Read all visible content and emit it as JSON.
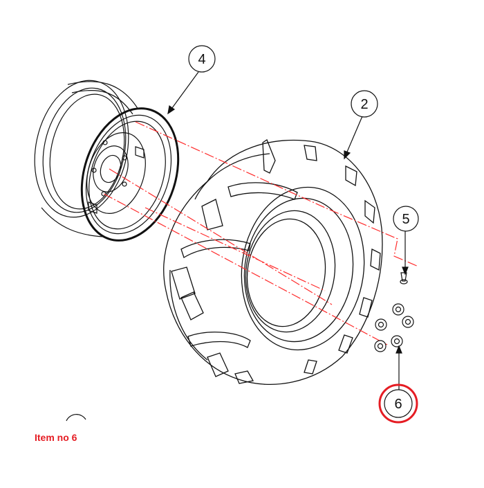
{
  "callouts": [
    {
      "id": "callout-4",
      "label": "4"
    },
    {
      "id": "callout-2",
      "label": "2"
    },
    {
      "id": "callout-5",
      "label": "5"
    },
    {
      "id": "callout-6",
      "label": "6"
    }
  ],
  "caption": "Item no 6",
  "colors": {
    "highlight": "#e51c23",
    "line": "#111111",
    "centerline": "#ff2a2a"
  }
}
